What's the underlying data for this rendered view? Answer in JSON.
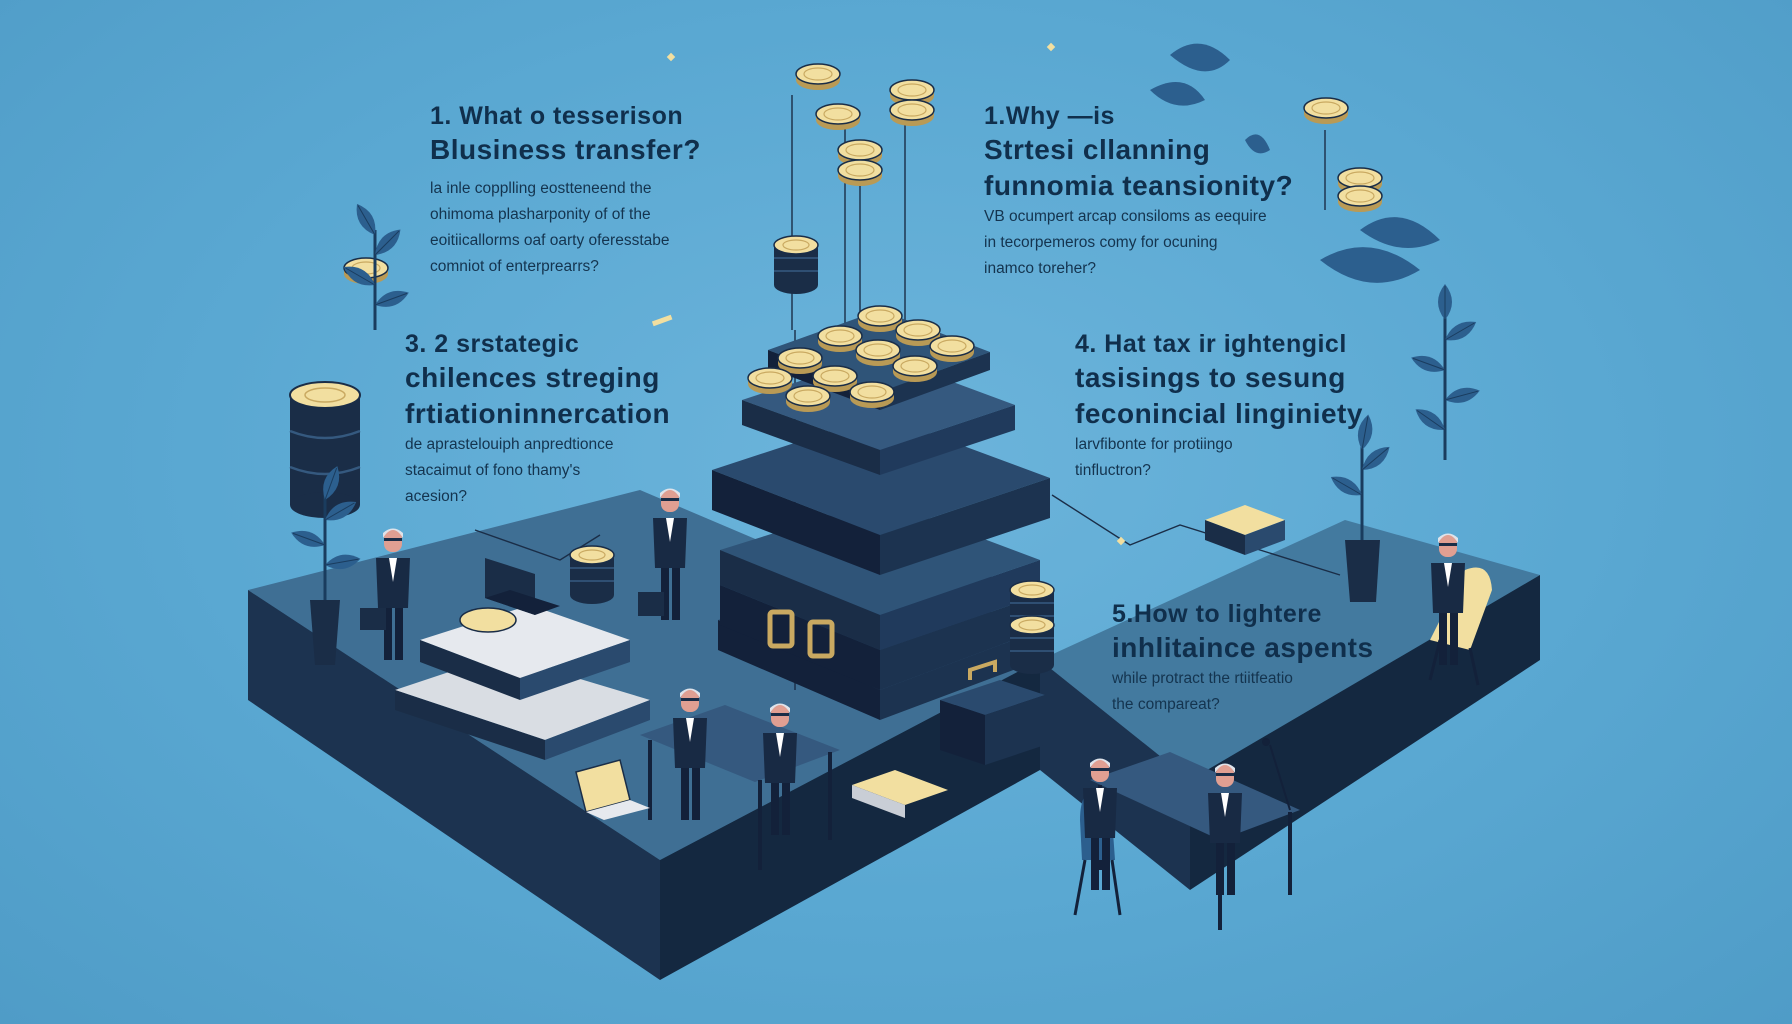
{
  "sections": [
    {
      "id": "q1",
      "title_lines": [
        "1. What o tesserison",
        "Blusiness transfer?"
      ],
      "detail_lines": [
        "la inle copplling eostteneend the",
        "ohimoma plasharponity of of the",
        "eoitiicallorms oaf oarty oferesstabe",
        "comniot of enterprearrs?"
      ]
    },
    {
      "id": "q2",
      "title_lines": [
        "1.Why —is",
        "Strtesi cllanning",
        "funnomia teansionity?"
      ],
      "detail_lines": [
        "VB ocumpert arcap consiloms as eequire",
        "in tecorpemeros comy for ocuning",
        "inamco toreher?"
      ]
    },
    {
      "id": "q3",
      "title_lines": [
        "3. 2 srstategic",
        "chilences streging",
        "frtiationinnercation"
      ],
      "detail_lines": [
        "de aprastelouiph anpredtionce",
        "stacaimut  of fono thamy's",
        "acesion?"
      ]
    },
    {
      "id": "q4",
      "title_lines": [
        "4. Hat tax ir ightengicl",
        "tasisings to sesung",
        "feconincial linginiety"
      ],
      "detail_lines": [
        "larvfibonte for protiingo",
        "tinfluctron?"
      ]
    },
    {
      "id": "q5",
      "title_lines": [
        "5.How to lightere",
        "inhlitaince aspents"
      ],
      "detail_lines": [
        "while protract the rtiitfeatio",
        "the compareat?"
      ]
    }
  ],
  "colors": {
    "background": "#5aa8d2",
    "platform_top": "#3f6f94",
    "platform_side": "#1c3350",
    "dark_navy": "#1a2d47",
    "coin_gold": "#f2dfa0",
    "leaf_blue": "#2c5f8e",
    "text": "#102f4c"
  },
  "icons": [
    "coin-icon",
    "briefcase-icon",
    "laptop-icon",
    "plant-icon",
    "leaf-icon",
    "person-icon",
    "chair-icon",
    "desk-icon"
  ]
}
